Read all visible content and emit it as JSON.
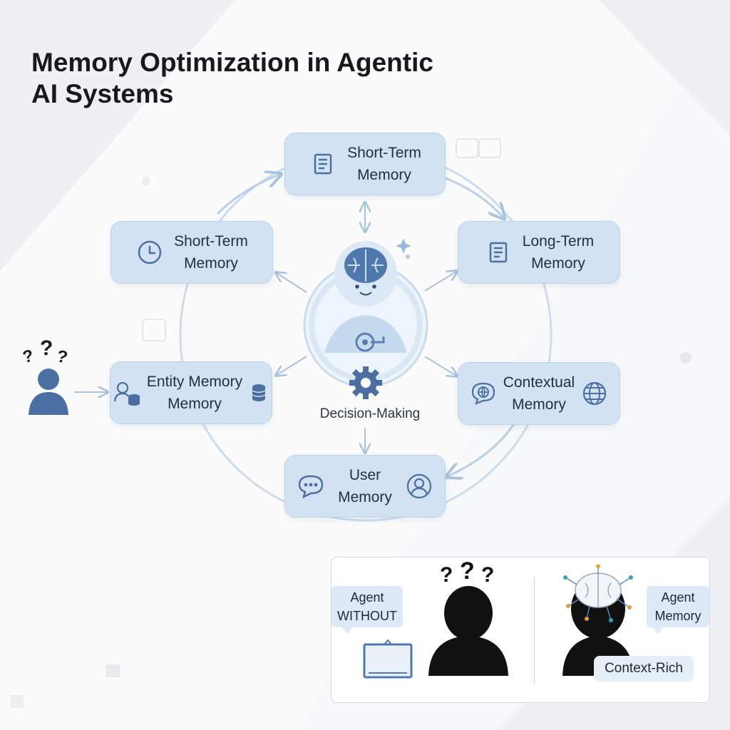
{
  "title": {
    "line1": "Memory Optimization in Agentic",
    "line2": "AI Systems"
  },
  "center": {
    "label": "Decision-Making",
    "icons": [
      "robot-icon",
      "brain-icon",
      "target-icon",
      "gear-icon"
    ]
  },
  "nodes": [
    {
      "key": "top",
      "line1": "Short-Term",
      "line2": "Memory",
      "icon": "scroll-icon"
    },
    {
      "key": "left-upper",
      "line1": "Short-Term",
      "line2": "Memory",
      "icon": "clock-icon"
    },
    {
      "key": "right-upper",
      "line1": "Long-Term",
      "line2": "Memory",
      "icon": "scroll-icon"
    },
    {
      "key": "left-lower",
      "line1": "Entity Memory",
      "line2": "Memory",
      "icon": "user-database-icon"
    },
    {
      "key": "right-lower",
      "line1": "Contextual",
      "line2": "Memory",
      "icon": "chat-globe-icon"
    },
    {
      "key": "bottom",
      "line1": "User",
      "line2": "Memory",
      "icon": "chat-user-icon"
    }
  ],
  "confused_user": {
    "marks": "?"
  },
  "comparison": {
    "without": {
      "line1": "Agent",
      "line2": "WITHOUT",
      "marks": "?"
    },
    "with": {
      "line1": "Agent",
      "line2": "Memory",
      "tag": "Context-Rich"
    }
  },
  "colors": {
    "node_fill": "#d3e2f3",
    "accent": "#4a6fa0",
    "ring": "#cbdcee",
    "silhouette": "#111111"
  }
}
